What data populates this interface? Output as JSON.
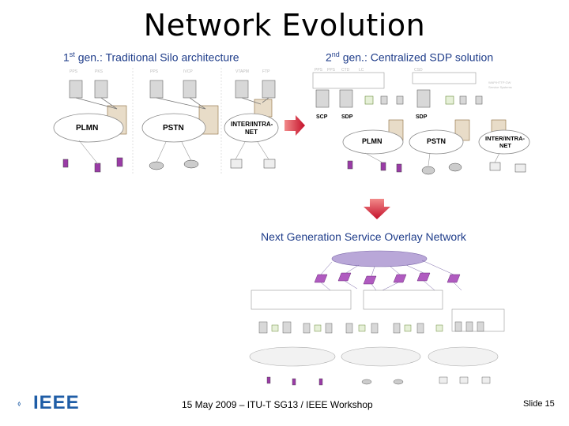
{
  "title": "Network Evolution",
  "gen1": {
    "num": "1",
    "sup": "st",
    "text": " gen.: Traditional Silo architecture"
  },
  "gen2": {
    "num": "2",
    "sup": "nd",
    "text": " gen.: Centralized SDP solution"
  },
  "ngso_label": "Next Generation Service Overlay Network",
  "gen1_networks": [
    "PLMN",
    "PSTN",
    "INTER/INTRA-",
    "NET"
  ],
  "gen2_nodes": [
    "SCP",
    "SDP",
    "SDP",
    "PLMN",
    "PSTN",
    "INTER/INTRA-",
    "NET"
  ],
  "footer": {
    "center": "15 May 2009 – ITU-T SG13 / IEEE Workshop",
    "slide": "Slide 15"
  },
  "logo_text": "IEEE",
  "colors": {
    "title": "#000000",
    "subtitle": "#1f3d8a",
    "arrow_top": "#f28a8a",
    "arrow_bottom": "#c4102a",
    "logo": "#1f5da6",
    "ngso_cloud": "#b9a7d8",
    "device_purple": "#9a3ba6"
  }
}
